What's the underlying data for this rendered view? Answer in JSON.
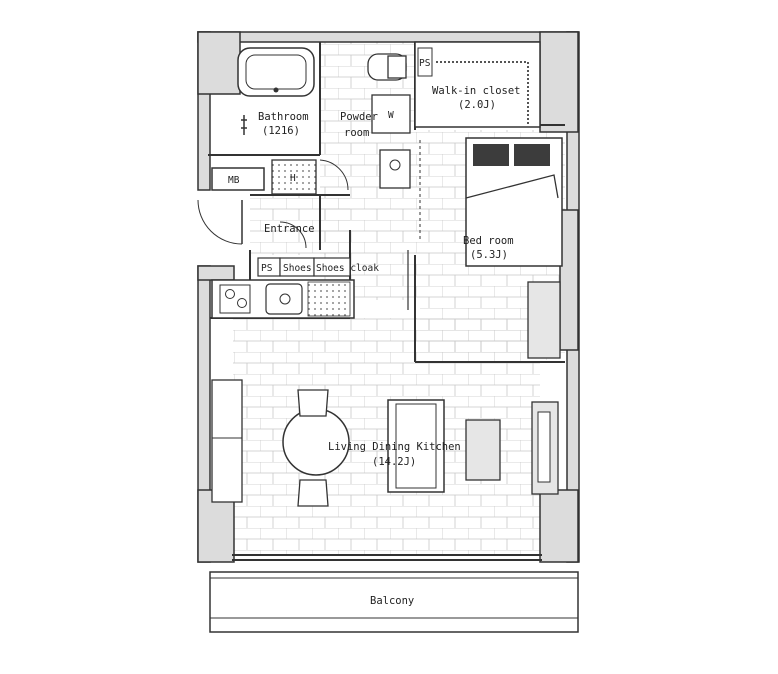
{
  "plan": {
    "rooms": {
      "bathroom": {
        "name": "Bathroom",
        "area": "(1216)"
      },
      "powder_room": {
        "name": "Powder",
        "name2": "room"
      },
      "walk_in_closet": {
        "name": "Walk-in closet",
        "area": "(2.0J)"
      },
      "bed_room": {
        "name": "Bed room",
        "area": "(5.3J)"
      },
      "entrance": {
        "name": "Entrance"
      },
      "ldk": {
        "name": "Living Dining Kitchen",
        "area": "(14.2J)"
      },
      "balcony": {
        "name": "Balcony"
      }
    },
    "fixtures": {
      "mb": "MB",
      "ps_top": "PS",
      "ps_entry": "PS",
      "shoes_cloak_1": "Shoes cloak",
      "shoes_cloak_2": "Shoes cloak",
      "h_mark": "H",
      "w_mark": "W"
    },
    "colors": {
      "wall_fill": "#dcdcdc",
      "line": "#333333",
      "grid": "#c8c8c8",
      "furniture": "#e6e6e6",
      "bed_pillow": "#3c3c3c"
    }
  }
}
